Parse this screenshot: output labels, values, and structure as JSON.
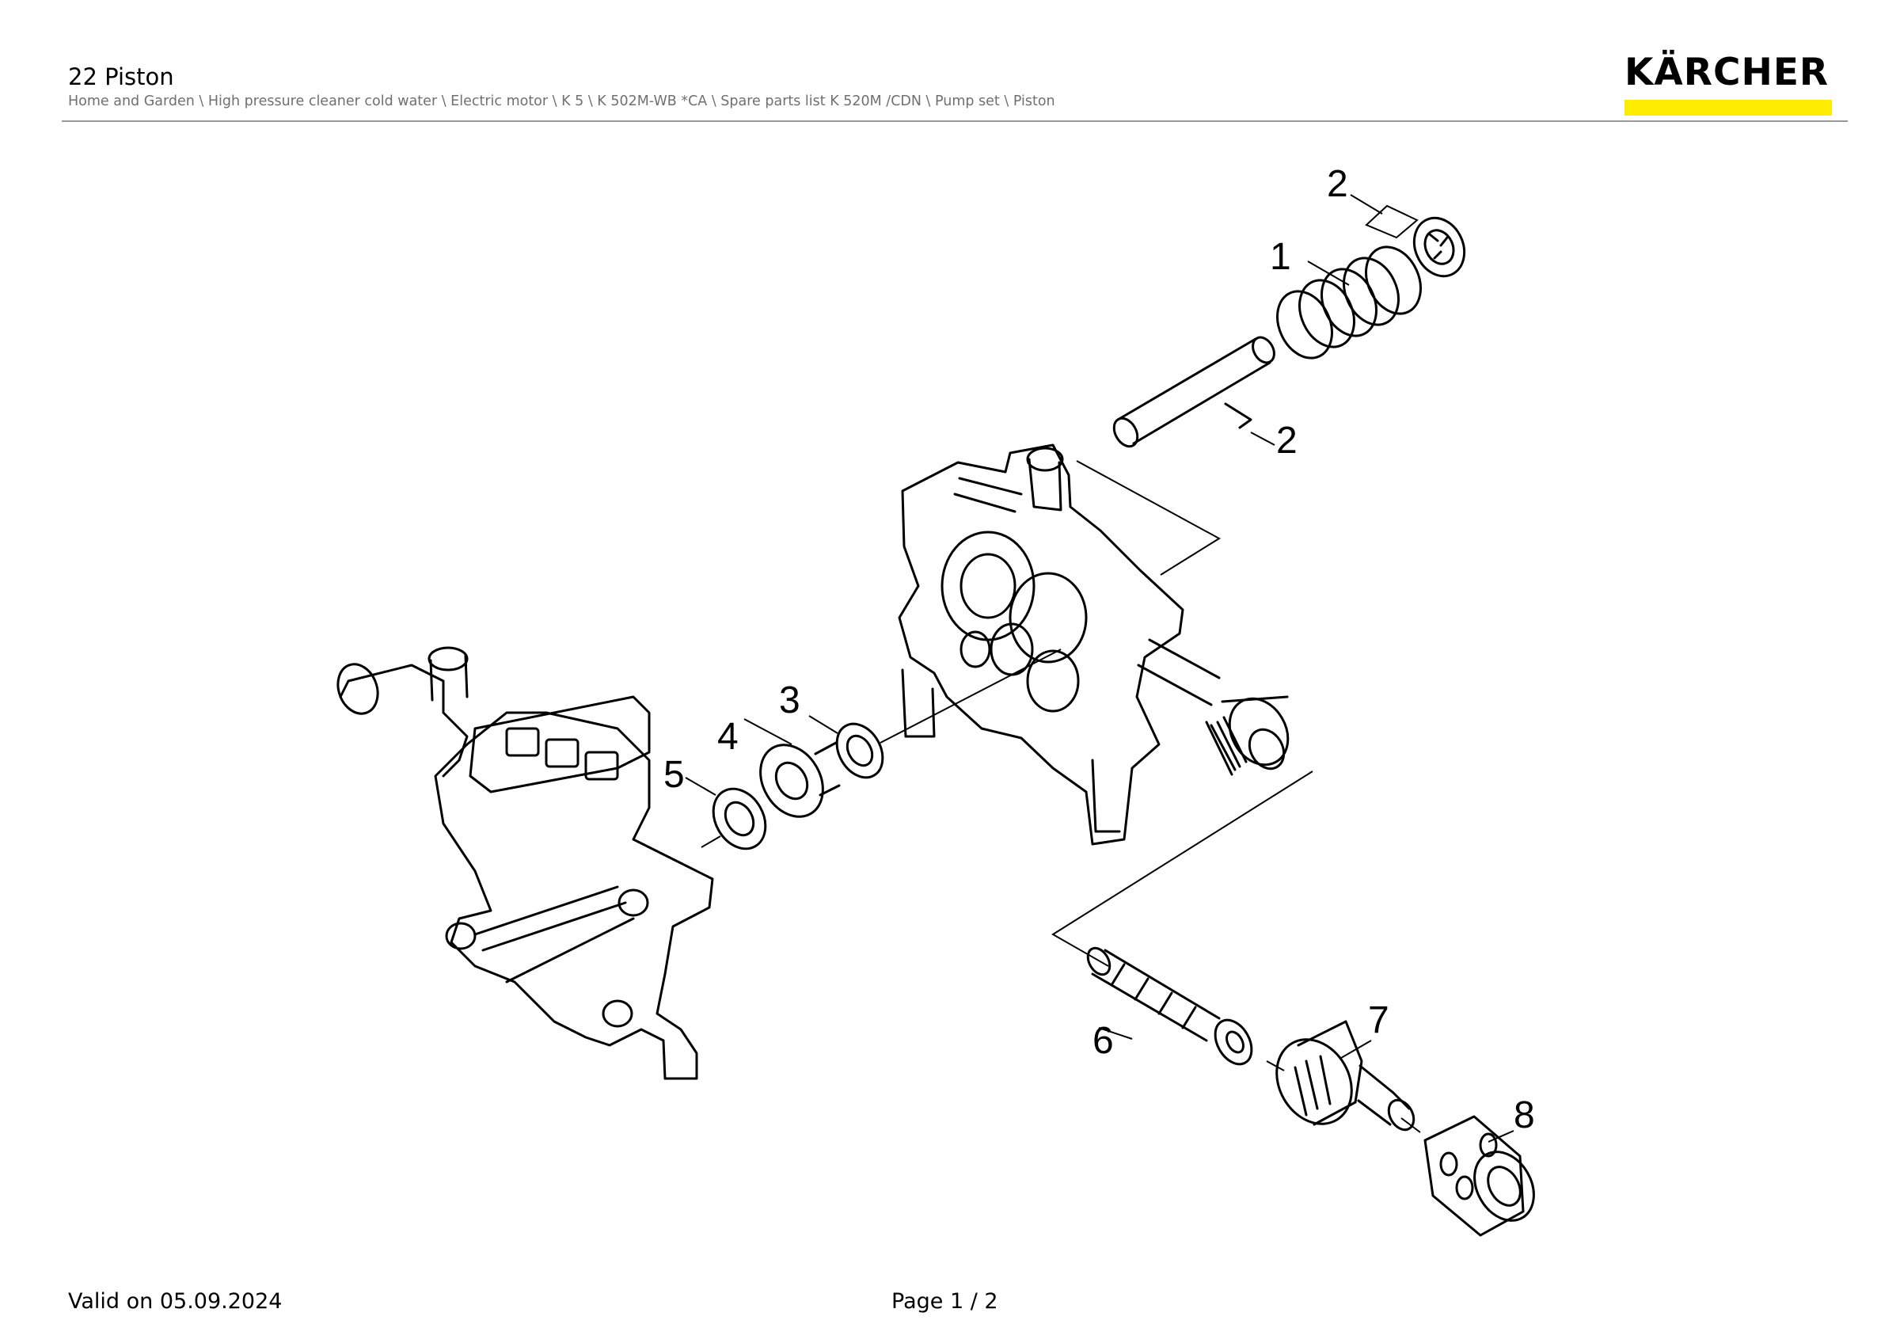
{
  "header": {
    "title": "22 Piston",
    "breadcrumb": "Home and Garden \\ High pressure cleaner cold water \\ Electric motor \\ K 5 \\ K 502M-WB *CA \\ Spare parts list K 520M /CDN \\ Pump set \\ Piston"
  },
  "logo": {
    "text": "KÄRCHER",
    "bar_color": "#ffed00"
  },
  "diagram": {
    "callouts": [
      "2",
      "1",
      "2",
      "3",
      "4",
      "5",
      "6",
      "7",
      "8"
    ]
  },
  "footer": {
    "valid": "Valid on 05.09.2024",
    "page": "Page 1 / 2"
  }
}
